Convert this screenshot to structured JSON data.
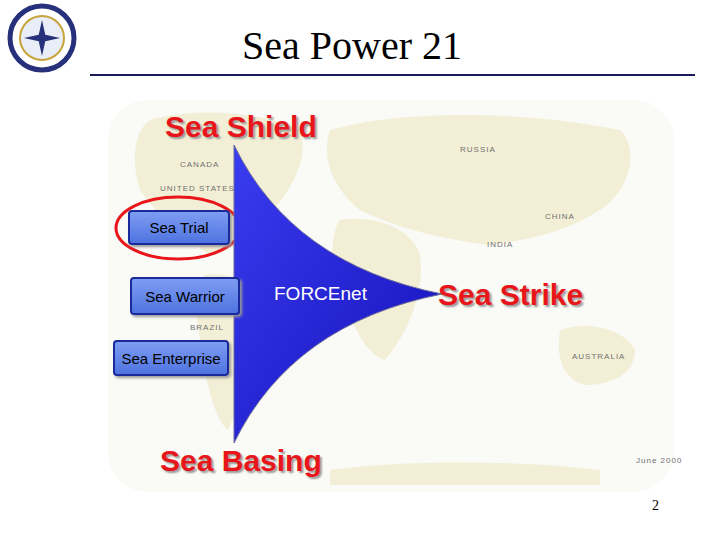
{
  "diagram": {
    "title": "Sea Power 21",
    "nodes": [
      {
        "text": [
          "Sea Trial"
        ]
      },
      {
        "text": [
          "Sea Warrior"
        ]
      },
      {
        "text": [
          "FORCEnet"
        ]
      },
      {
        "text": [
          "Sea Enterprise"
        ]
      }
    ],
    "labels": [
      "Sea Shield",
      "Sea Strike",
      "Sea Basing",
      "CANADA",
      "UNITED STATES",
      "RUSSIA",
      "CHINA",
      "INDIA",
      "BRAZIL",
      "AUSTRALIA",
      "June 2000",
      "2"
    ]
  }
}
